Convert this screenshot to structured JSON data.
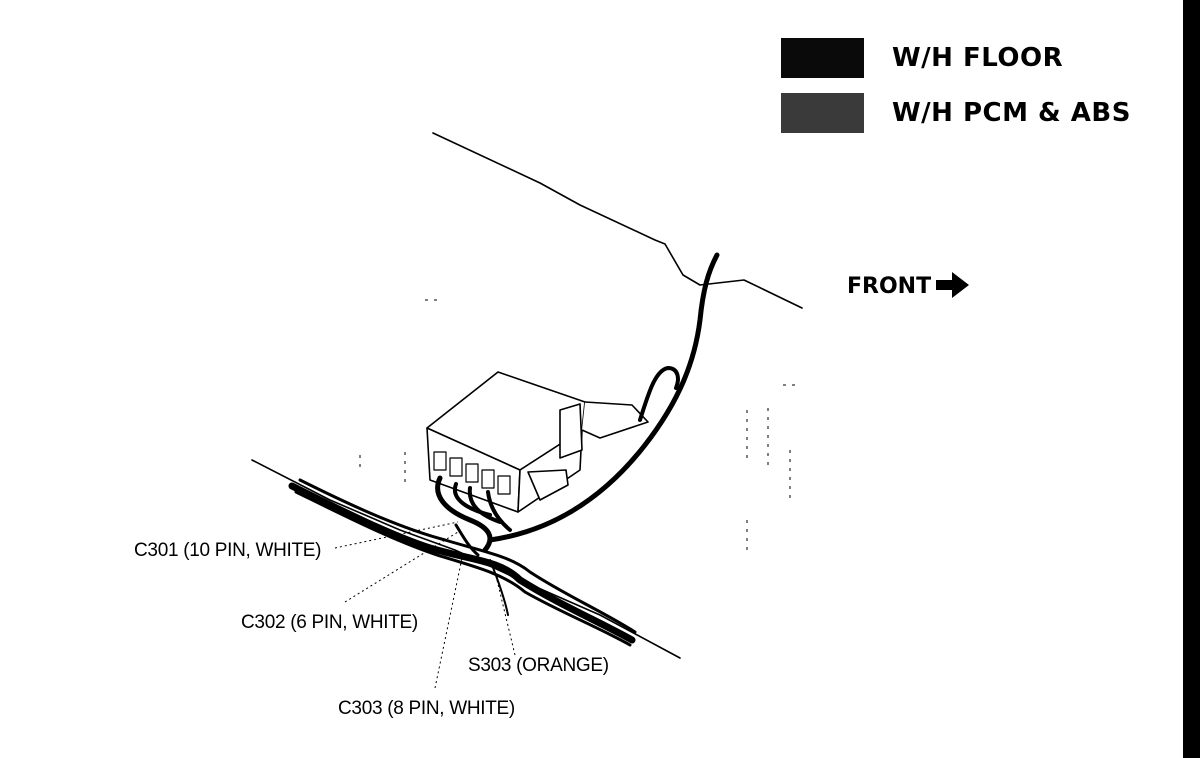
{
  "legend": {
    "items": [
      {
        "label": "W/H FLOOR",
        "swatch_color": "#0a0a0a"
      },
      {
        "label": "W/H PCM & ABS",
        "swatch_color": "#3a3a3a"
      }
    ]
  },
  "orientation": {
    "label": "FRONT",
    "icon": "right-arrow-icon"
  },
  "callouts": {
    "c301": "C301 (10 PIN, WHITE)",
    "c302": "C302 (6 PIN, WHITE)",
    "c303": "C303 (8 PIN, WHITE)",
    "s303": "S303 (ORANGE)"
  }
}
